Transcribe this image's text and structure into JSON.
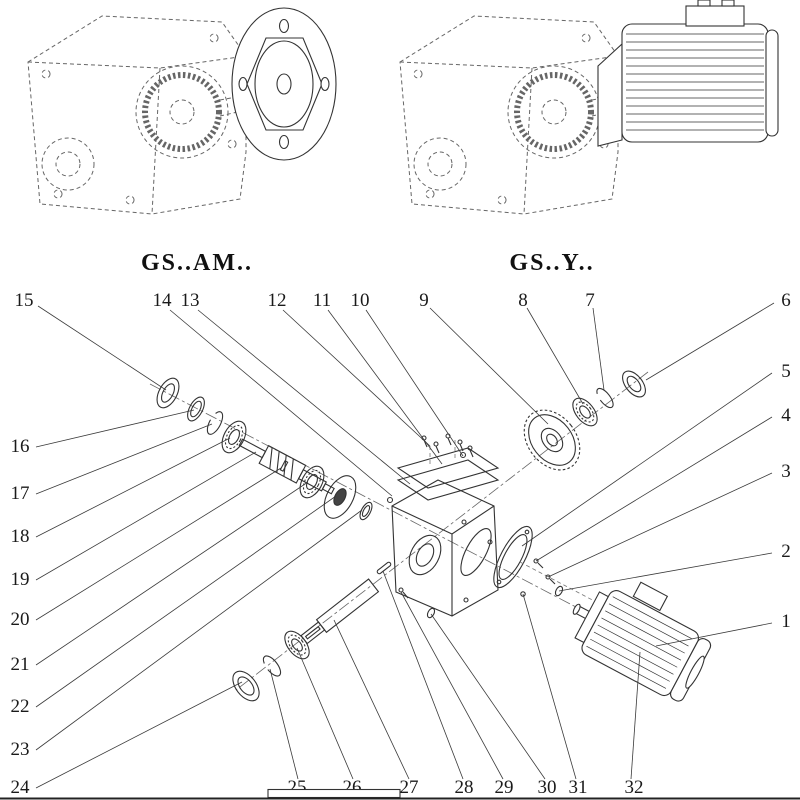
{
  "variants": [
    {
      "label": "GS..AM.."
    },
    {
      "label": "GS..Y.."
    }
  ],
  "callouts": [
    "1",
    "2",
    "3",
    "4",
    "5",
    "6",
    "7",
    "8",
    "9",
    "10",
    "11",
    "12",
    "13",
    "14",
    "15",
    "16",
    "17",
    "18",
    "19",
    "20",
    "21",
    "22",
    "23",
    "24",
    "25",
    "26",
    "27",
    "28",
    "29",
    "30",
    "31",
    "32"
  ],
  "colors": {
    "line": "#333333",
    "dashed_line": "#666666",
    "background": "#ffffff",
    "text": "#111111"
  }
}
